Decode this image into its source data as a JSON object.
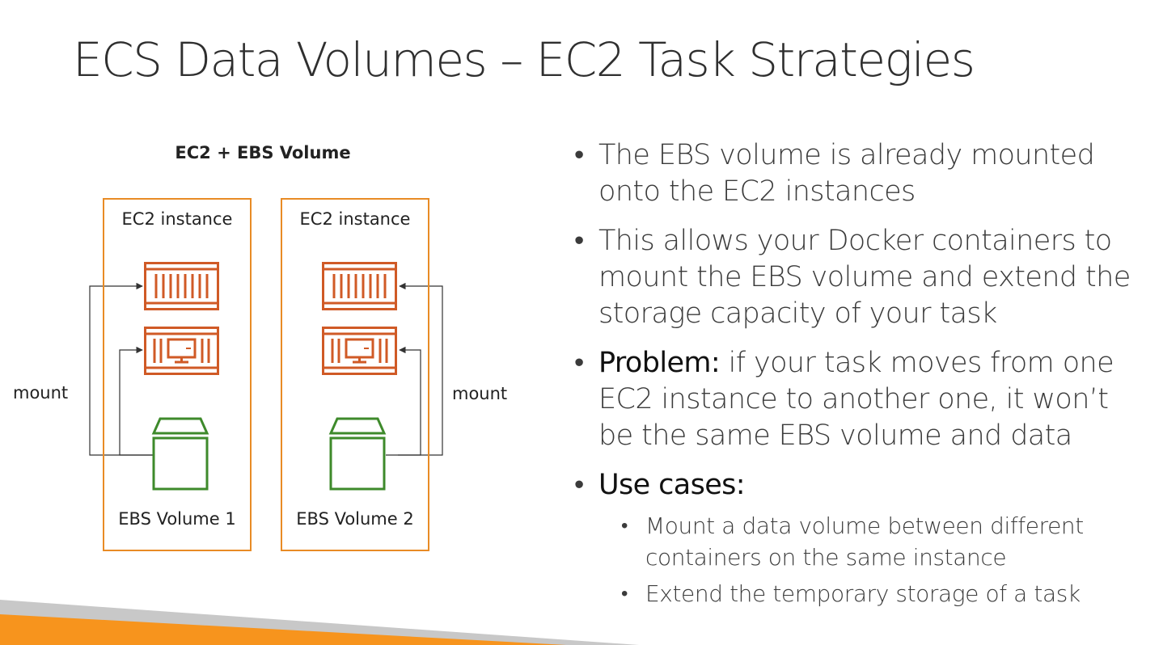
{
  "title": "ECS Data Volumes – EC2 Task Strategies",
  "diagram": {
    "heading": "EC2 + EBS Volume",
    "instances": [
      {
        "label": "EC2 instance",
        "volume": "EBS Volume 1"
      },
      {
        "label": "EC2 instance",
        "volume": "EBS Volume 2"
      }
    ],
    "mount_left": "mount",
    "mount_right": "mount"
  },
  "bullets": [
    {
      "strong": "",
      "text": "The EBS volume is already mounted onto the EC2 instances"
    },
    {
      "strong": "",
      "text": "This allows your Docker containers to mount the EBS volume and extend the storage capacity of your task"
    },
    {
      "strong": "Problem:",
      "text": " if your task moves from one EC2 instance to another one, it won’t be the same EBS volume and data"
    },
    {
      "strong": "Use cases:",
      "text": ""
    }
  ],
  "sub_bullets": [
    "Mount a data volume between different containers on the same instance",
    "Extend the temporary storage of a task"
  ],
  "colors": {
    "instance_border": "#e88b25",
    "container_icon": "#d05a26",
    "ebs_icon": "#3e8a2b",
    "footer_orange": "#f7941d",
    "footer_gray": "#c8c8c8"
  }
}
